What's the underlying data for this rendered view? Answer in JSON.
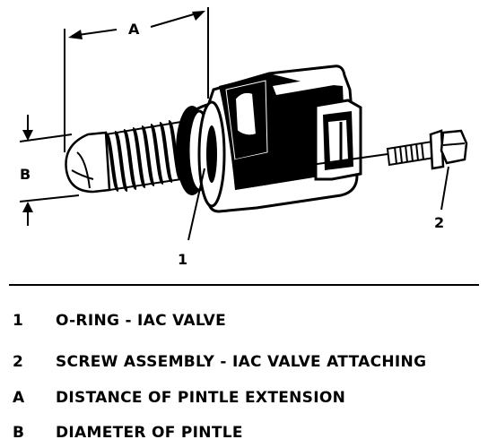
{
  "figure": {
    "callouts": {
      "a": "A",
      "b": "B",
      "part_1": "1",
      "part_2": "2"
    },
    "legend": [
      {
        "key": "1",
        "text": "O-RING - IAC VALVE"
      },
      {
        "key": "2",
        "text": "SCREW ASSEMBLY - IAC VALVE ATTACHING"
      },
      {
        "key": "A",
        "text": "DISTANCE OF PINTLE EXTENSION"
      },
      {
        "key": "B",
        "text": "DIAMETER OF PINTLE"
      }
    ]
  }
}
